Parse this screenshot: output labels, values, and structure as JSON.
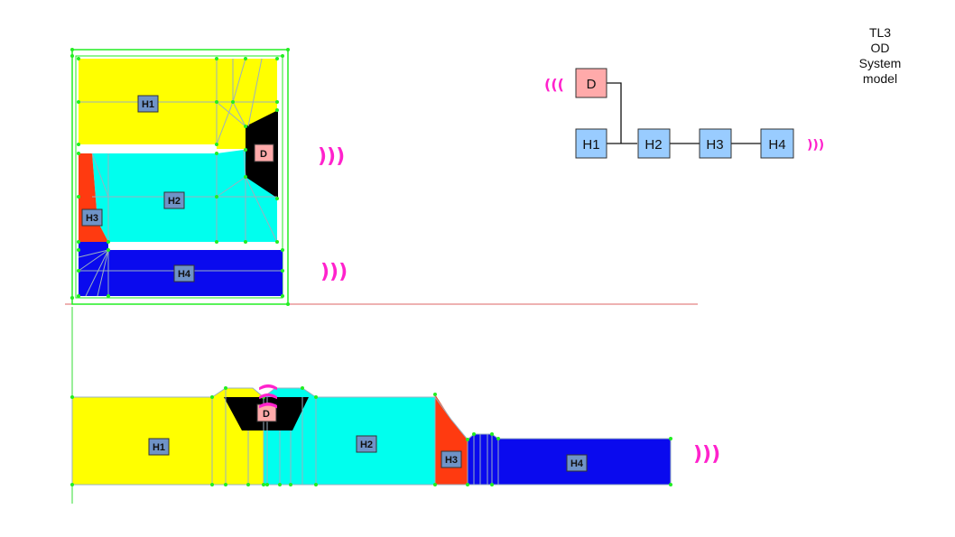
{
  "title_lines": [
    "TL3",
    "OD",
    "System",
    "model"
  ],
  "colors": {
    "h1": "#ffff00",
    "h2": "#00ffee",
    "h3": "#ff3a10",
    "h4": "#0a0aee",
    "driver": "#000000",
    "driver_label": "#ffaaaa",
    "label_box": "#6f93c7",
    "node_box": "#99ccff",
    "node_box_d": "#ffaaaa",
    "mesh": "#9ab0c0",
    "frame": "#22ee22",
    "sound": "#ff22cc",
    "axis": "#dd6666"
  },
  "top_view": {
    "labels": {
      "h1": "H1",
      "h2": "H2",
      "h3": "H3",
      "h4": "H4",
      "d": "D"
    },
    "sound_symbols": [
      ")))",
      ")))"
    ]
  },
  "side_view": {
    "labels": {
      "h1": "H1",
      "h2": "H2",
      "h3": "H3",
      "h4": "H4",
      "d": "D"
    },
    "sound_symbols": [
      "(((",
      ")))"
    ]
  },
  "schematic": {
    "nodes": {
      "d": "D",
      "h1": "H1",
      "h2": "H2",
      "h3": "H3",
      "h4": "H4"
    },
    "sound_in": "(((",
    "sound_out": ")))"
  }
}
